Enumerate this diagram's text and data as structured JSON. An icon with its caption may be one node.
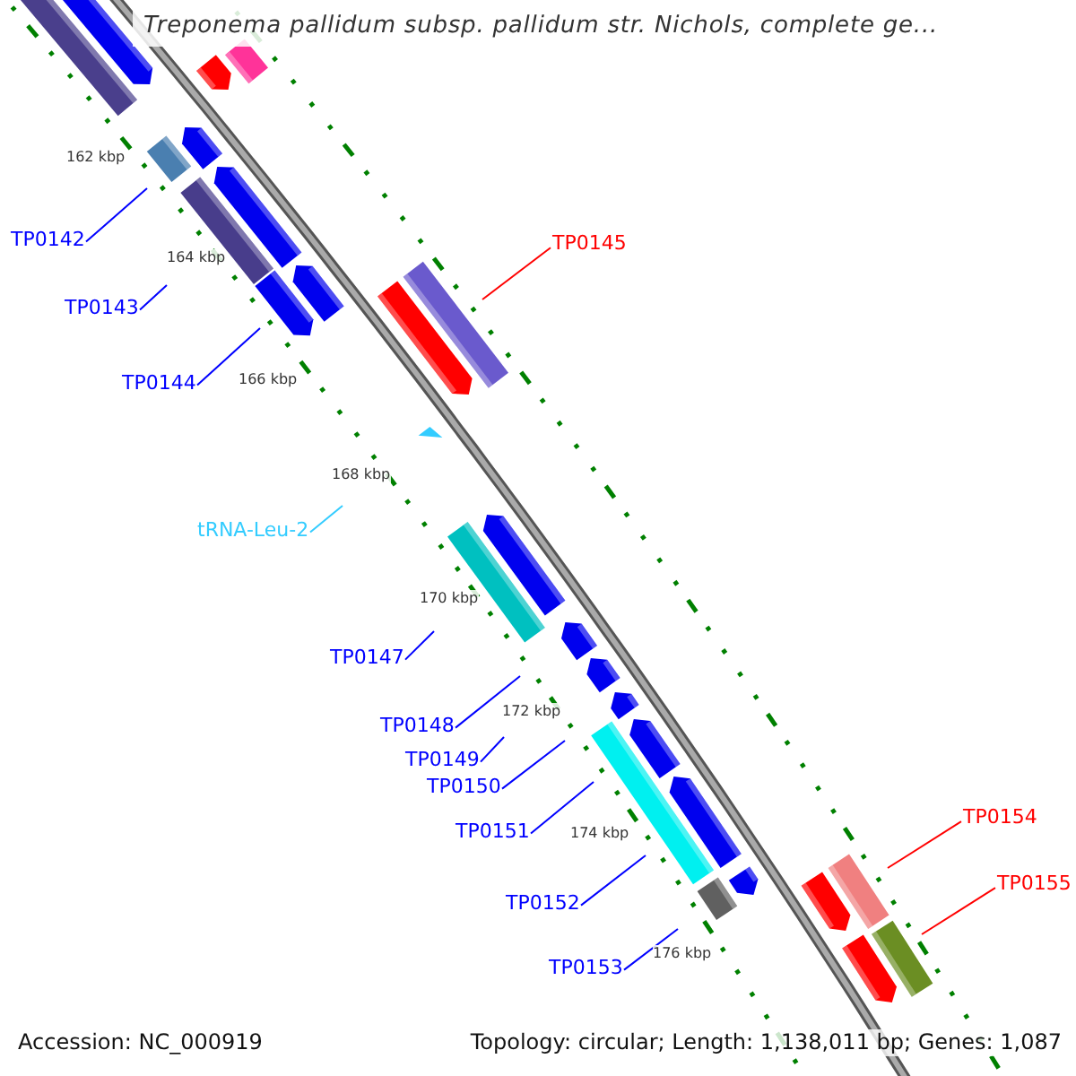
{
  "diagram": {
    "title": "Treponema pallidum subsp. pallidum str. Nichols, complete ge...",
    "nodes": [
      {
        "text": [
          "TP0142"
        ]
      },
      {
        "text": [
          "TP0143"
        ]
      },
      {
        "text": [
          "TP0144"
        ]
      },
      {
        "text": [
          "TP0145"
        ]
      },
      {
        "text": [
          "tRNA-Leu-2"
        ]
      },
      {
        "text": [
          "TP0147"
        ]
      },
      {
        "text": [
          "TP0148"
        ]
      },
      {
        "text": [
          "TP0149"
        ]
      },
      {
        "text": [
          "TP0150"
        ]
      },
      {
        "text": [
          "TP0151"
        ]
      },
      {
        "text": [
          "TP0152"
        ]
      },
      {
        "text": [
          "TP0153"
        ]
      },
      {
        "text": [
          "TP0154"
        ]
      },
      {
        "text": [
          "TP0155"
        ]
      }
    ],
    "edges": [
      {
        "from": 0,
        "to": null,
        "arrow": "none"
      },
      {
        "from": 1,
        "to": null,
        "arrow": "none"
      },
      {
        "from": 2,
        "to": null,
        "arrow": "none"
      },
      {
        "from": 3,
        "to": null,
        "arrow": "none",
        "color": "#ff0000"
      },
      {
        "from": 4,
        "to": null,
        "arrow": "none",
        "color": "#33ccff"
      },
      {
        "from": 5,
        "to": null,
        "arrow": "none"
      },
      {
        "from": 6,
        "to": null,
        "arrow": "none"
      },
      {
        "from": 7,
        "to": null,
        "arrow": "none"
      },
      {
        "from": 8,
        "to": null,
        "arrow": "none"
      },
      {
        "from": 9,
        "to": null,
        "arrow": "none"
      },
      {
        "from": 10,
        "to": null,
        "arrow": "none"
      },
      {
        "from": 11,
        "to": null,
        "arrow": "none"
      },
      {
        "from": 12,
        "to": null,
        "arrow": "none",
        "color": "#ff0000"
      },
      {
        "from": 13,
        "to": null,
        "arrow": "none",
        "color": "#ff0000"
      }
    ],
    "labels": [
      "162 kbp",
      "164 kbp",
      "166 kbp",
      "168 kbp",
      "170 kbp",
      "172 kbp",
      "174 kbp",
      "176 kbp",
      "Accession: NC_000919",
      "Topology: circular; Length: 1,138,011 bp; Genes: 1,087"
    ]
  }
}
